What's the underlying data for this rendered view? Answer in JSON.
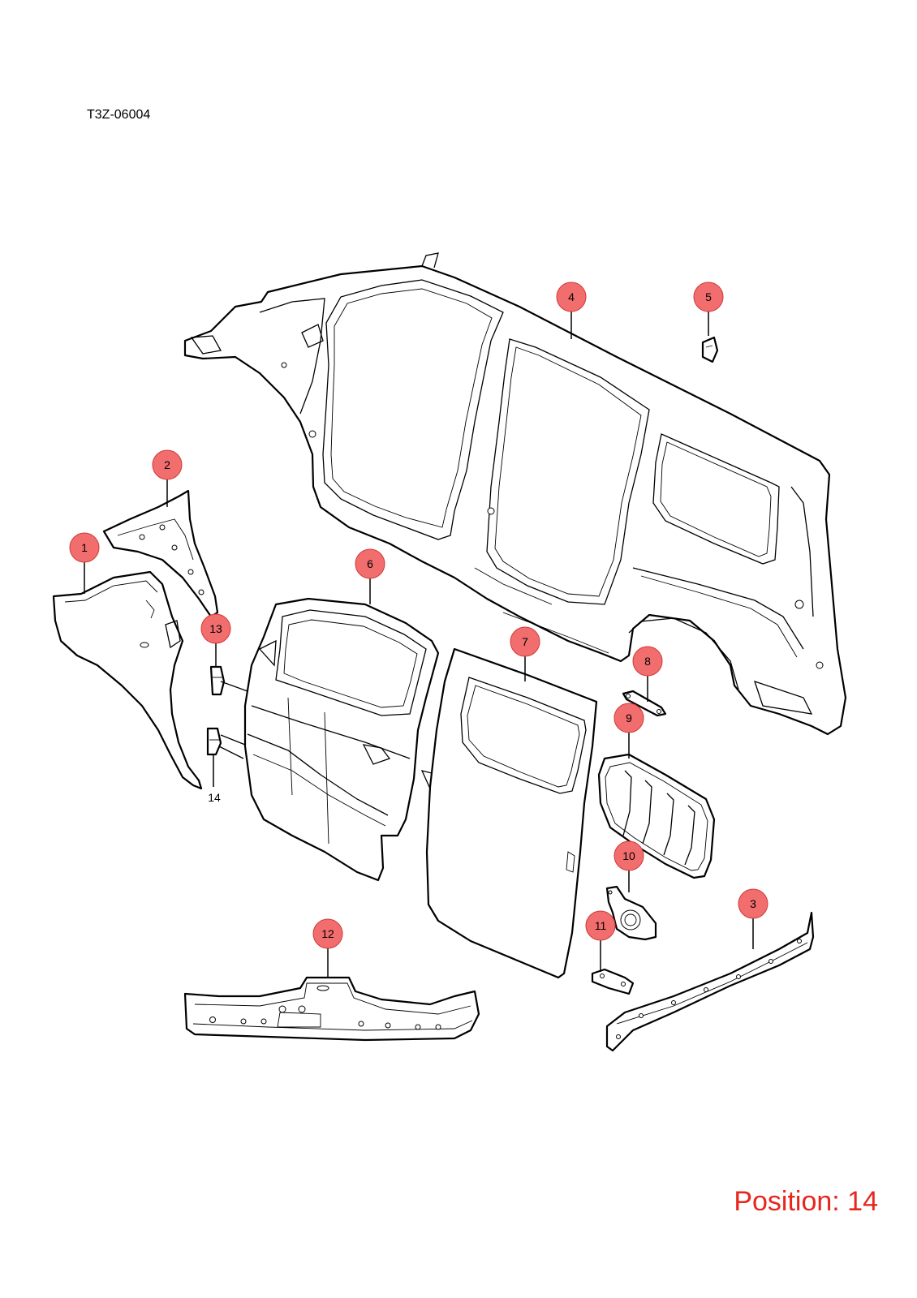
{
  "diagram_code": "T3Z-06004",
  "position_label": "Position: 14",
  "colors": {
    "callout_fill": "#f26d6d",
    "position_text": "#e8261d",
    "line": "#000000"
  },
  "callouts": [
    {
      "id": "1",
      "label": "1",
      "part": "front-fender"
    },
    {
      "id": "2",
      "label": "2",
      "part": "fender-apron-bracket"
    },
    {
      "id": "3",
      "label": "3",
      "part": "rear-rocker-sill"
    },
    {
      "id": "4",
      "label": "4",
      "part": "body-side-outer-panel"
    },
    {
      "id": "5",
      "label": "5",
      "part": "small-bracket"
    },
    {
      "id": "6",
      "label": "6",
      "part": "front-door"
    },
    {
      "id": "7",
      "label": "7",
      "part": "sliding-door"
    },
    {
      "id": "8",
      "label": "8",
      "part": "door-rail-bracket"
    },
    {
      "id": "9",
      "label": "9",
      "part": "quarter-window-panel"
    },
    {
      "id": "10",
      "label": "10",
      "part": "fuel-filler-housing"
    },
    {
      "id": "11",
      "label": "11",
      "part": "mounting-plate"
    },
    {
      "id": "12",
      "label": "12",
      "part": "front-rocker-sill"
    },
    {
      "id": "13",
      "label": "13",
      "part": "upper-door-hinge"
    }
  ],
  "plain_labels": [
    {
      "id": "14",
      "label": "14",
      "part": "lower-door-hinge"
    }
  ]
}
